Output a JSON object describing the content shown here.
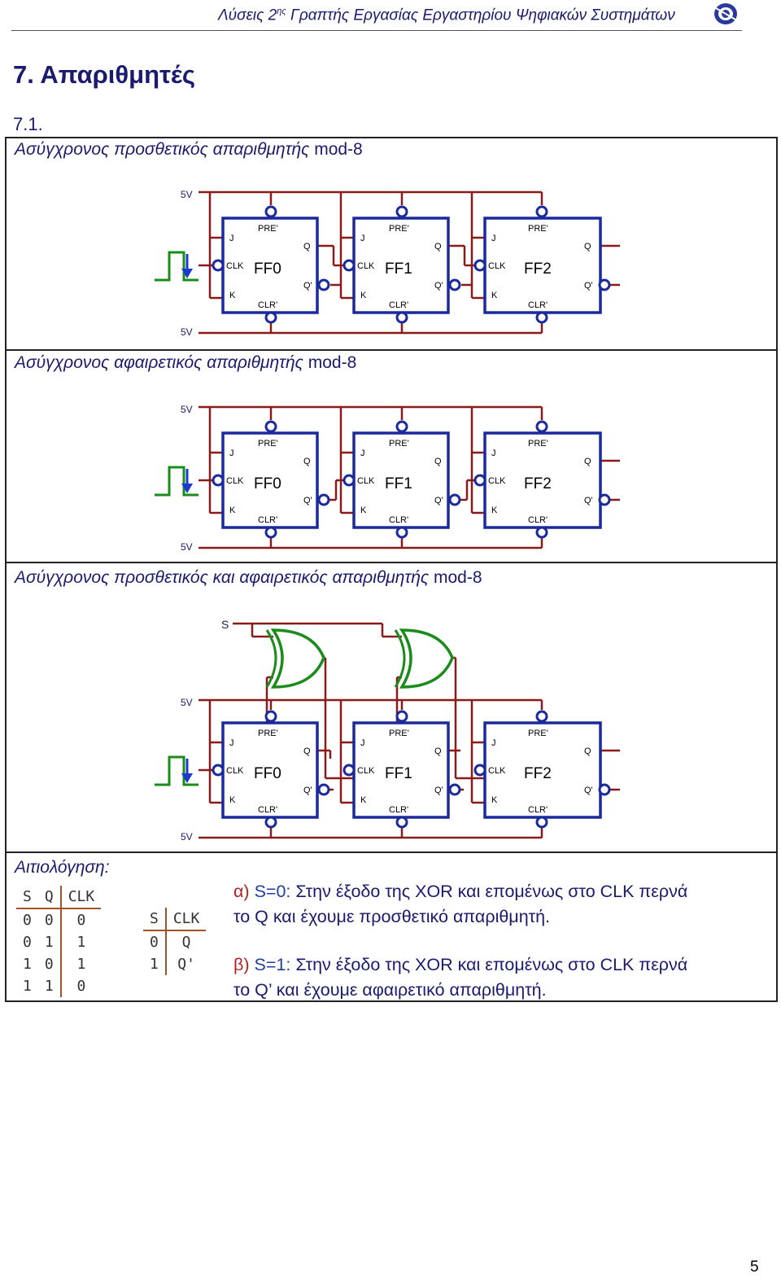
{
  "header": {
    "title_pre": "Λύσεις 2",
    "title_sup": "ης",
    "title_post": " Γραπτής Εργασίας Εργαστηρίου Ψηφιακών Συστημάτων"
  },
  "section_title": "7. Απαριθμητές",
  "subsection_number": "7.1.",
  "captions": {
    "up_counter": {
      "text": "Ασύγχρονος προσθετικός απαριθμητής",
      "suffix": " mod-8"
    },
    "down_counter": {
      "text": "Ασύγχρονος αφαιρετικός απαριθμητής",
      "suffix": " mod-8"
    },
    "updown_counter": {
      "text": "Ασύγχρονος προσθετικός και αφαιρετικός απαριθμητής",
      "suffix": " mod-8"
    }
  },
  "circuit_labels": {
    "supply": "5V",
    "select": "S",
    "pin_pre": "PRE'",
    "pin_clr": "CLR'",
    "pin_j": "J",
    "pin_k": "K",
    "pin_clk": "CLK",
    "pin_q": "Q",
    "pin_qn": "Q'",
    "flipflops": [
      "FF0",
      "FF1",
      "FF2"
    ]
  },
  "justification": {
    "title": "Αιτιολόγηση:",
    "table1": {
      "headers": [
        "S",
        "Q",
        "CLK"
      ],
      "rows": [
        [
          "0",
          "0",
          "0"
        ],
        [
          "0",
          "1",
          "1"
        ],
        [
          "1",
          "0",
          "1"
        ],
        [
          "1",
          "1",
          "0"
        ]
      ]
    },
    "table2": {
      "headers": [
        "S",
        "CLK"
      ],
      "rows": [
        [
          "0",
          "Q"
        ],
        [
          "1",
          "Q'"
        ]
      ]
    },
    "case_a": {
      "label": "α)",
      "cond": "S=0:",
      "line1": "Στην έξοδο της XOR και επομένως στο CLK περνά",
      "line2": "το Q και έχουμε προσθετικό απαριθμητή."
    },
    "case_b": {
      "label": "β)",
      "cond": "S=1:",
      "line1": "Στην έξοδο της XOR και επομένως στο CLK περνά",
      "line2": "το Q’ και έχουμε αφαιρετικό απαριθμητή."
    }
  },
  "page_number": "5",
  "colors": {
    "wire": "#8b1a1a",
    "box": "#1a2a9c",
    "clock": "#1a8c1a",
    "arrow": "#1a3ad0",
    "text": "#1a1a6e"
  }
}
